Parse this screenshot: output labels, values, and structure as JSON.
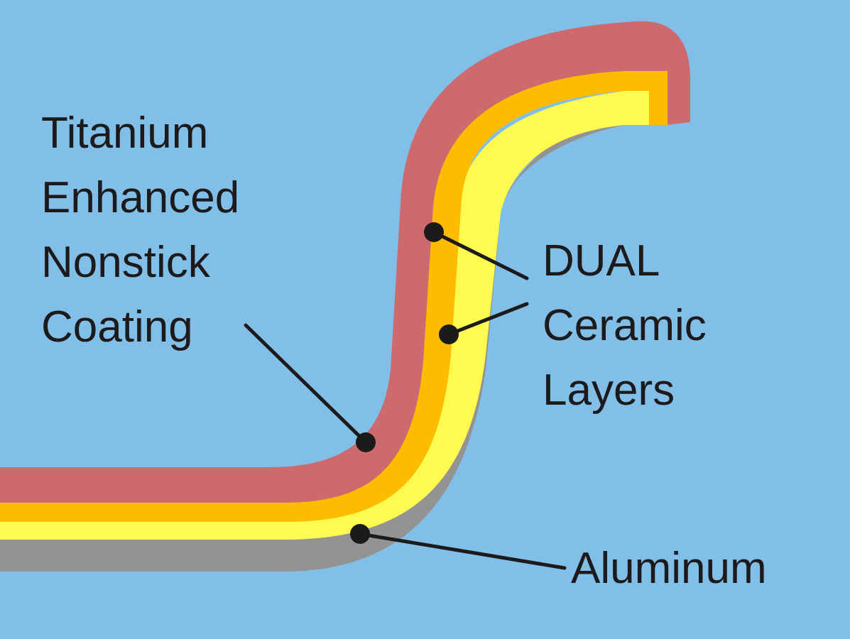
{
  "diagram": {
    "background_color": "#82bfe8",
    "layers": [
      {
        "name": "titanium-nonstick-layer",
        "color": "#cd6a6e"
      },
      {
        "name": "ceramic-layer-1",
        "color": "#fdbc00"
      },
      {
        "name": "ceramic-layer-2",
        "color": "#fefa50"
      },
      {
        "name": "aluminum-layer",
        "color": "#939393"
      }
    ],
    "labels": {
      "titanium": [
        "Titanium",
        "Enhanced",
        "Nonstick",
        "Coating"
      ],
      "dual": [
        "DUAL",
        "Ceramic",
        "Layers"
      ],
      "aluminum": "Aluminum"
    },
    "leader_color": "#1c1a1a"
  }
}
